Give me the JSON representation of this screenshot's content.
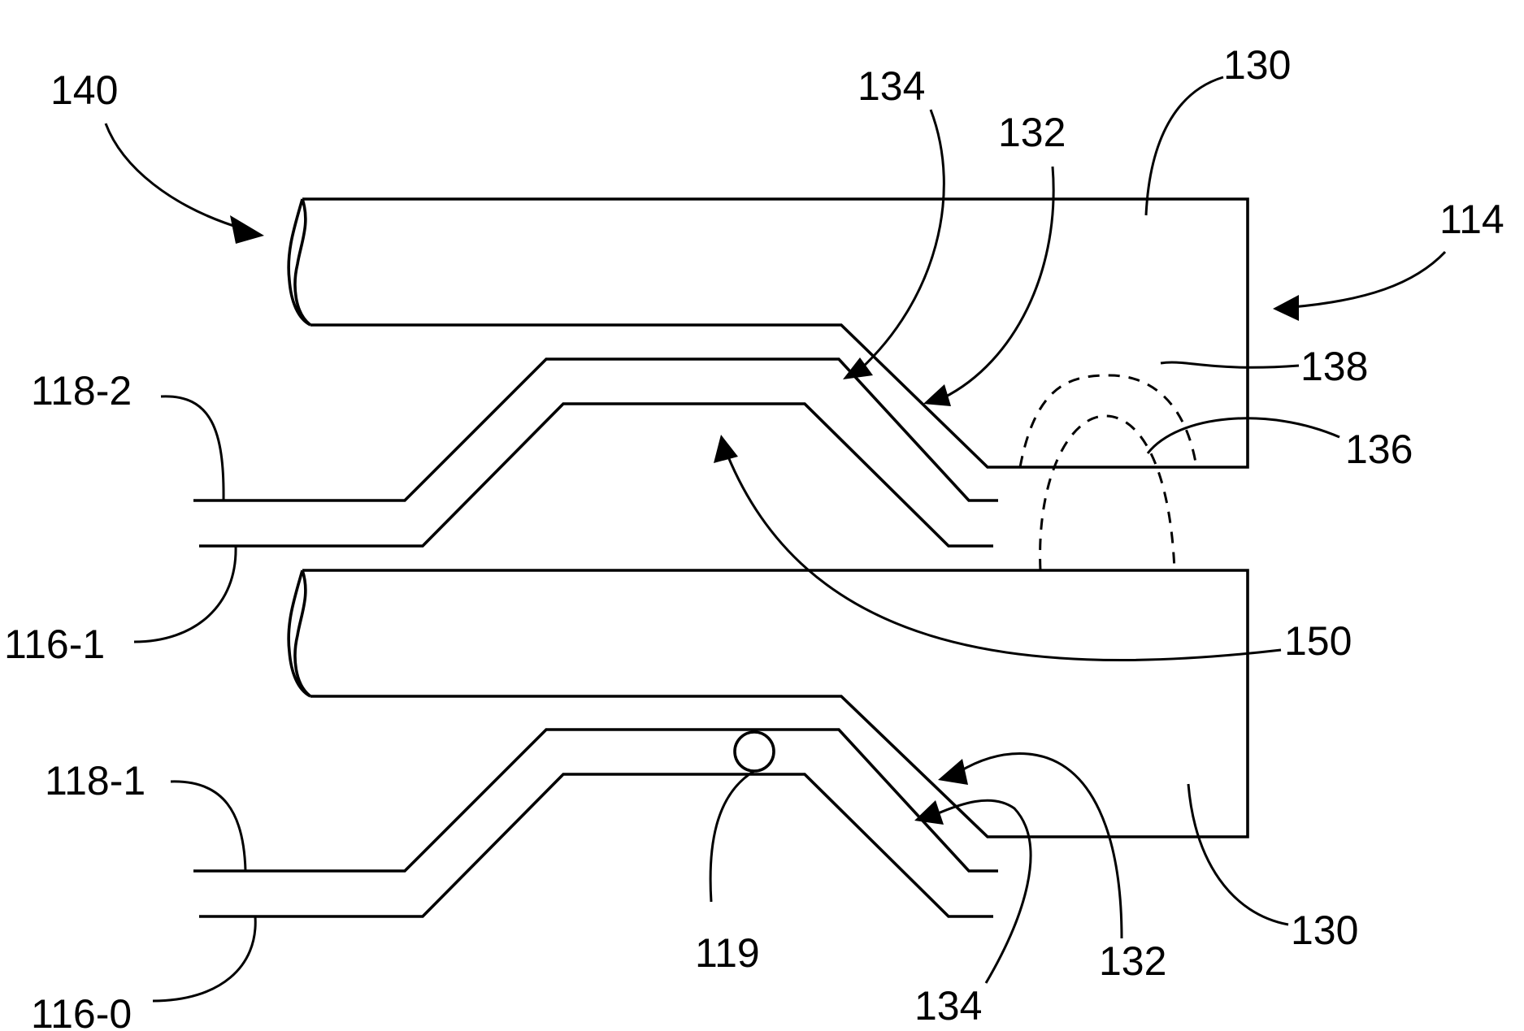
{
  "figure": {
    "labels": {
      "l140": "140",
      "l134_top": "134",
      "l132_top": "132",
      "l130_top": "130",
      "l114": "114",
      "l118_2": "118-2",
      "l138": "138",
      "l136": "136",
      "l116_1": "116-1",
      "l150": "150",
      "l118_1": "118-1",
      "l119": "119",
      "l132_bottom": "132",
      "l130_bottom": "130",
      "l116_0": "116-0",
      "l134_bottom": "134"
    }
  }
}
